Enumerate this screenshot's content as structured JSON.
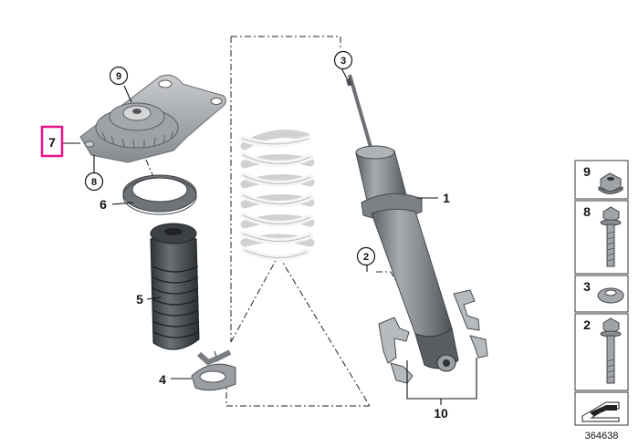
{
  "callouts": {
    "c1": "1",
    "c2": "2",
    "c3": "3",
    "c4": "4",
    "c5": "5",
    "c6": "6",
    "c7": "7",
    "c8": "8",
    "c9": "9",
    "c10": "10"
  },
  "legend": {
    "items": [
      {
        "number": "9",
        "part": "nut"
      },
      {
        "number": "8",
        "part": "bolt"
      },
      {
        "number": "3",
        "part": "washer"
      },
      {
        "number": "2",
        "part": "hex-bolt"
      }
    ]
  },
  "diagram_ref": "364638",
  "colors": {
    "highlight": "#e8138a",
    "part_gray": "#8d9196",
    "part_dark": "#4a4e53",
    "spring": "#eeeeee"
  }
}
